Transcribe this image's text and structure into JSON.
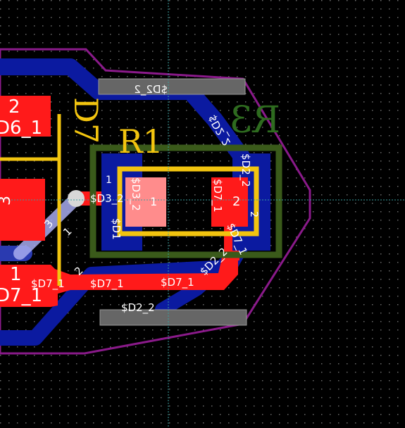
{
  "refs": {
    "d7": "D7",
    "r1": "R1",
    "r3": "R3"
  },
  "pads": {
    "d6_num": "2",
    "d6_net": "D6_1",
    "mid_num": "3",
    "d7_num": "1",
    "d7_net": "D7_1",
    "r1_left_num": "1",
    "r1_right_num": "2",
    "r3_left_num": "1",
    "r3_right_num": "2"
  },
  "nets": {
    "d2_2": "$D2_2",
    "d3_2": "$D3_2",
    "d7_1": "$D7_1",
    "d1": "$D1",
    "frag_3": "3",
    "frag_2": "2",
    "frag_1": "1"
  },
  "colors": {
    "background": "#000000",
    "copper_front": "#ff1a1a",
    "copper_back": "#0b1aa0",
    "silkscreen": "#f2c40f",
    "courtyard": "#3a5a1a",
    "board_outline": "#8a1a8a",
    "crosshair": "#3aa0a0"
  }
}
